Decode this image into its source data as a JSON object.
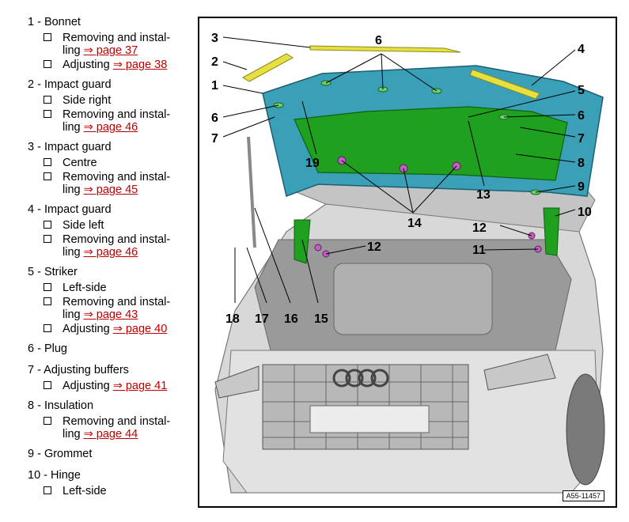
{
  "legend": [
    {
      "title": "1 - Bonnet",
      "items": [
        {
          "text": "Removing and instal-",
          "text2": "ling",
          "link": "⇒ page 37"
        },
        {
          "text": "Adjusting",
          "link": "⇒ page 38"
        }
      ]
    },
    {
      "title": "2 - Impact guard",
      "items": [
        {
          "text": "Side right"
        },
        {
          "text": "Removing and instal-",
          "text2": "ling",
          "link": "⇒ page 46"
        }
      ]
    },
    {
      "title": "3 - Impact guard",
      "items": [
        {
          "text": "Centre"
        },
        {
          "text": "Removing and instal-",
          "text2": "ling",
          "link": "⇒ page 45"
        }
      ]
    },
    {
      "title": "4 - Impact guard",
      "items": [
        {
          "text": "Side left"
        },
        {
          "text": "Removing and instal-",
          "text2": "ling",
          "link": "⇒ page 46"
        }
      ]
    },
    {
      "title": "5 - Striker",
      "items": [
        {
          "text": "Left-side"
        },
        {
          "text": "Removing and instal-",
          "text2": "ling",
          "link": "⇒ page 43"
        },
        {
          "text": "Adjusting",
          "link": "⇒ page 40"
        }
      ]
    },
    {
      "title": "6 - Plug",
      "items": []
    },
    {
      "title": "7 - Adjusting buffers",
      "items": [
        {
          "text": "Adjusting",
          "link": "⇒ page 41"
        }
      ]
    },
    {
      "title": "8 - Insulation",
      "items": [
        {
          "text": "Removing and instal-",
          "text2": "ling",
          "link": "⇒ page 44"
        }
      ]
    },
    {
      "title": "9 - Grommet",
      "items": []
    },
    {
      "title": "10 - Hinge",
      "items": [
        {
          "text": "Left-side"
        }
      ]
    }
  ],
  "figure": {
    "code": "A55-11457",
    "callouts": [
      "1",
      "2",
      "3",
      "4",
      "5",
      "6",
      "6",
      "6",
      "7",
      "7",
      "8",
      "9",
      "10",
      "11",
      "12",
      "12",
      "13",
      "14",
      "15",
      "16",
      "17",
      "18",
      "19"
    ]
  },
  "colors": {
    "link": "#c00000",
    "bonnet": "#3aa0b8",
    "insulation": "#1fa01f",
    "guard": "#e8e040",
    "clip": "#c060c0"
  }
}
